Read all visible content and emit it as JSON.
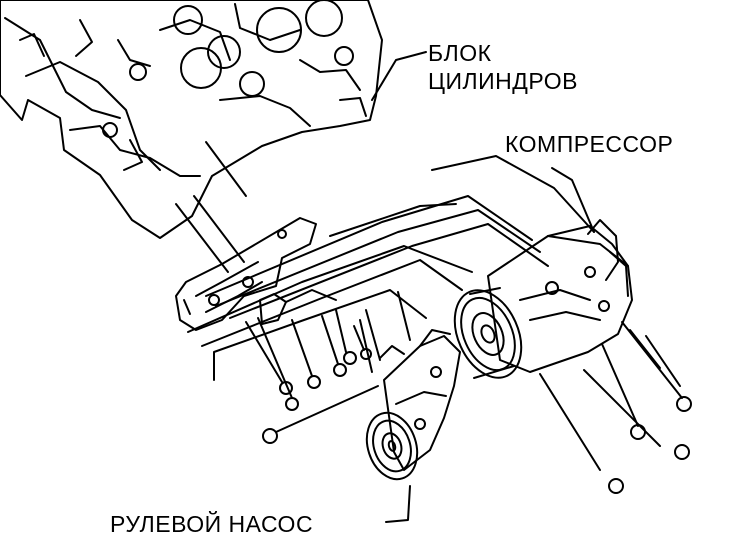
{
  "labels": {
    "cylinder_block_line1": "БЛОК",
    "cylinder_block_line2": "ЦИЛИНДРОВ",
    "compressor": "КОМПРЕССОР",
    "power_steering_pump": "РУЛЕВОЙ НАСОС"
  },
  "colors": {
    "ink": "#000000",
    "background": "#ffffff"
  }
}
